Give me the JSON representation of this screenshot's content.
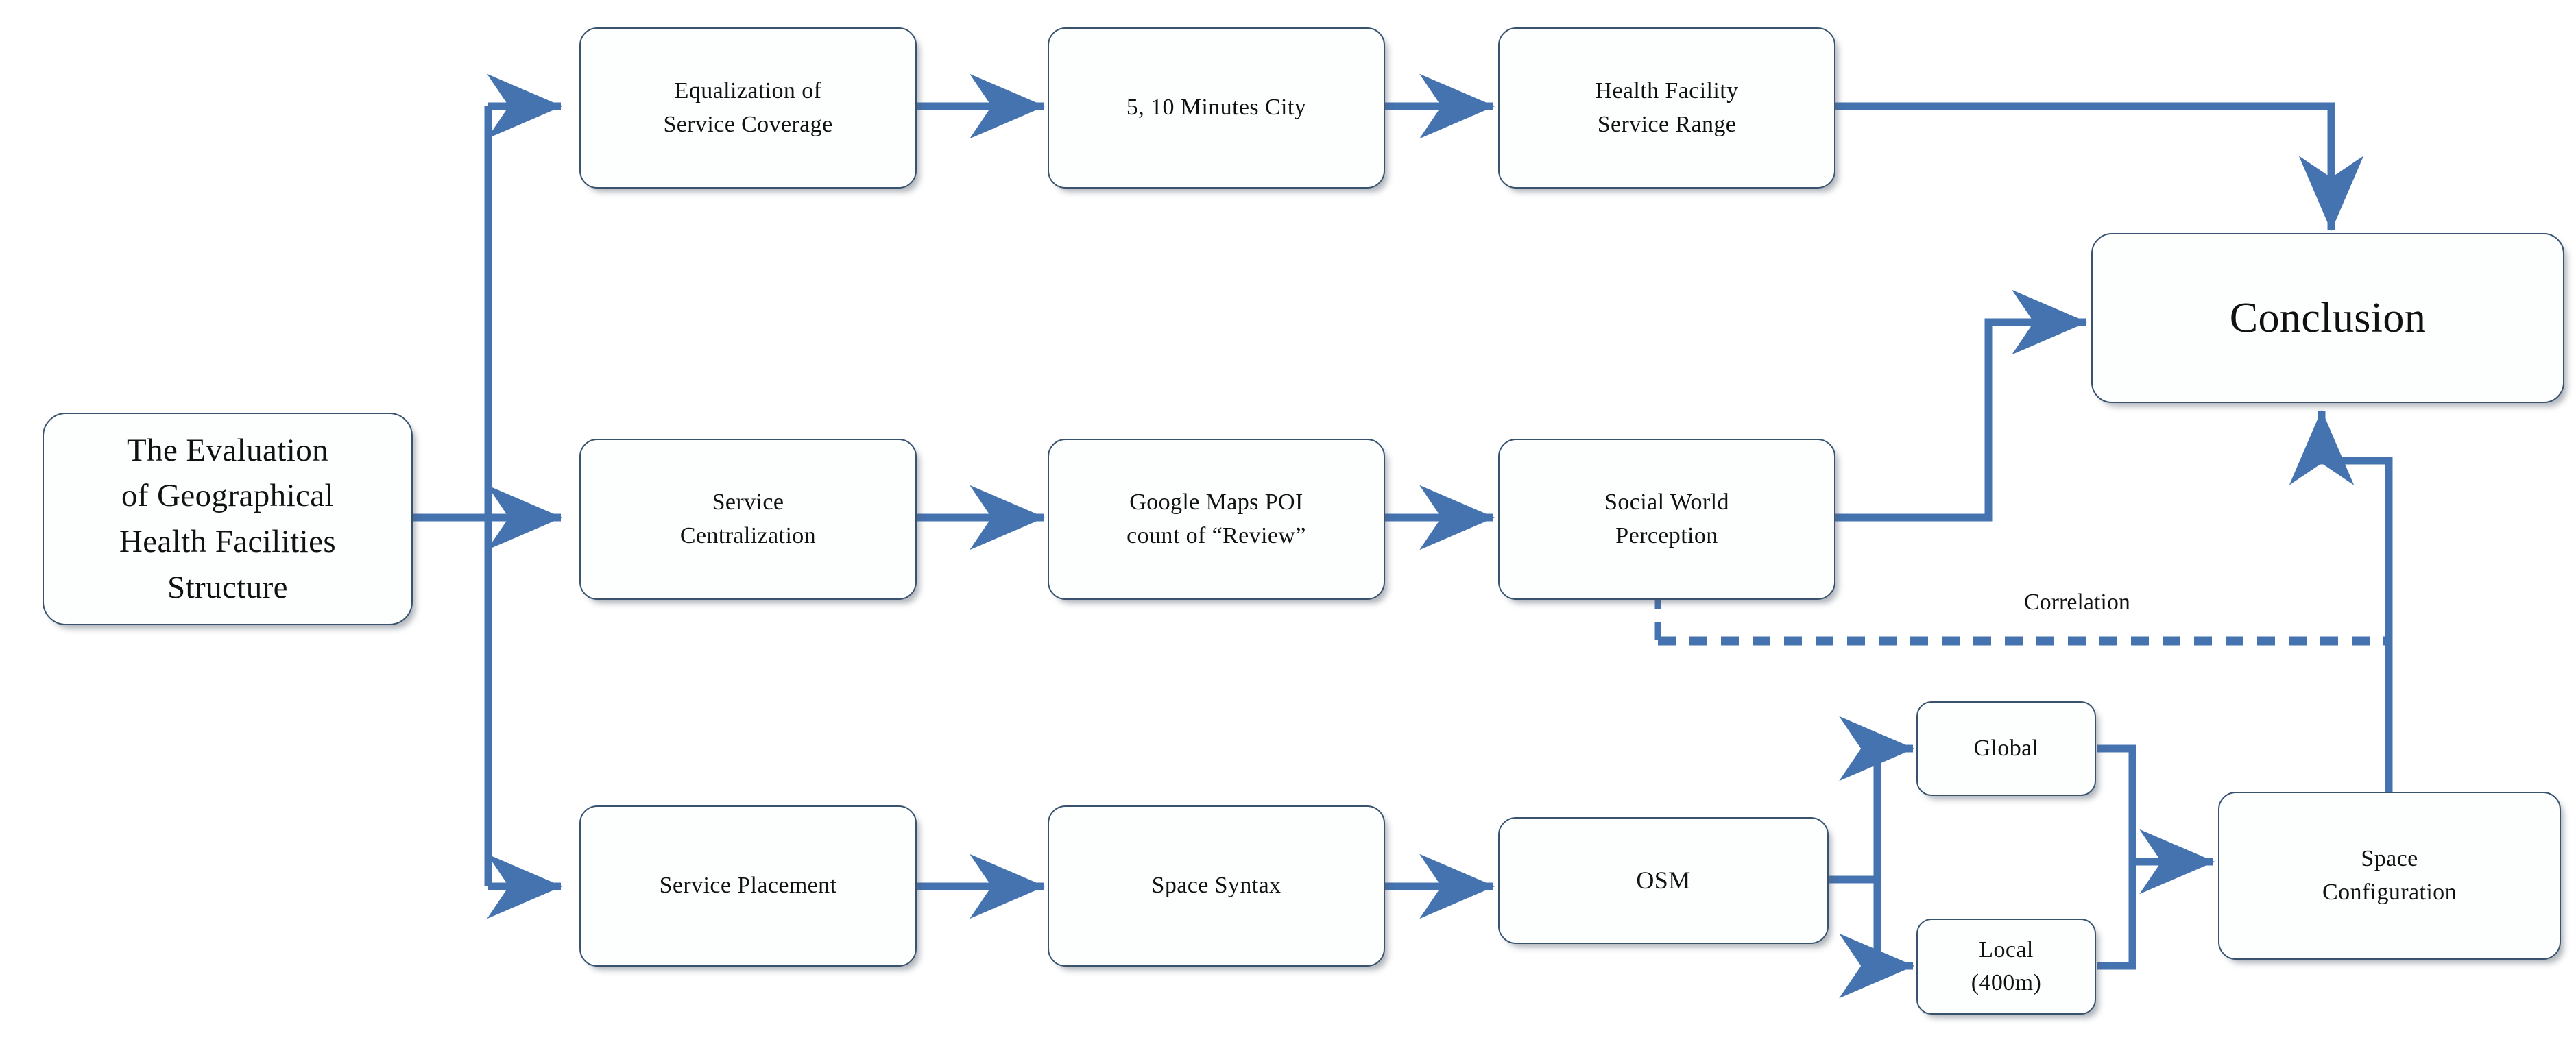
{
  "diagram": {
    "title": "The Evaluation of Geographical Health Facilities Structure research framework flowchart",
    "accent_color": "#4573b0",
    "node_border_color": "#39536f",
    "node_fill_color": "#fdfefe",
    "text_color": "#111111",
    "background_color": "#ffffff"
  },
  "nodes": {
    "root": {
      "label": "The Evaluation\nof Geographical\nHealth Facilities\nStructure"
    },
    "equalization": {
      "label": "Equalization  of\nService  Coverage"
    },
    "minutes_city": {
      "label": "5, 10 Minutes  City"
    },
    "service_range": {
      "label": "Health  Facility\nService  Range"
    },
    "centralization": {
      "label": "Service\nCentralization"
    },
    "google_poi": {
      "label": "Google  Maps POI\ncount  of “Review”"
    },
    "social_world": {
      "label": "Social  World\nPerception"
    },
    "placement": {
      "label": "Service  Placement"
    },
    "space_syntax": {
      "label": "Space Syntax"
    },
    "osm": {
      "label": "OSM"
    },
    "global": {
      "label": "Global"
    },
    "local": {
      "label": "Local\n(400m)"
    },
    "space_config": {
      "label": "Space\nConfiguration"
    },
    "conclusion": {
      "label": "Conclusion"
    }
  },
  "edge_labels": {
    "correlation": "Correlation"
  },
  "chart_data": {
    "type": "diagram",
    "layout": "left-to-right flowchart with three parallel branches converging on Conclusion",
    "branches": [
      {
        "name": "Equalization of Service Coverage branch",
        "sequence": [
          "Equalization  of Service  Coverage",
          "5, 10 Minutes  City",
          "Health  Facility Service  Range"
        ],
        "terminates_at": "Conclusion"
      },
      {
        "name": "Service Centralization branch",
        "sequence": [
          "Service Centralization",
          "Google  Maps POI count  of “Review”",
          "Social  World Perception"
        ],
        "terminates_at": "Conclusion"
      },
      {
        "name": "Service Placement branch",
        "sequence": [
          "Service  Placement",
          "Space Syntax",
          "OSM",
          [
            "Global",
            "Local (400m)"
          ],
          "Space Configuration"
        ],
        "terminates_at": "Conclusion"
      }
    ],
    "edges": [
      {
        "from": "The Evaluation of Geographical Health Facilities Structure",
        "to": "Equalization  of Service  Coverage",
        "style": "solid-arrow"
      },
      {
        "from": "The Evaluation of Geographical Health Facilities Structure",
        "to": "Service Centralization",
        "style": "solid-arrow"
      },
      {
        "from": "The Evaluation of Geographical Health Facilities Structure",
        "to": "Service  Placement",
        "style": "solid-arrow"
      },
      {
        "from": "Equalization  of Service  Coverage",
        "to": "5, 10 Minutes  City",
        "style": "solid-arrow"
      },
      {
        "from": "5, 10 Minutes  City",
        "to": "Health  Facility Service  Range",
        "style": "solid-arrow"
      },
      {
        "from": "Health  Facility Service  Range",
        "to": "Conclusion",
        "style": "solid-arrow"
      },
      {
        "from": "Service Centralization",
        "to": "Google  Maps POI count  of “Review”",
        "style": "solid-arrow"
      },
      {
        "from": "Google  Maps POI count  of “Review”",
        "to": "Social  World Perception",
        "style": "solid-arrow"
      },
      {
        "from": "Social  World Perception",
        "to": "Conclusion",
        "style": "solid-arrow"
      },
      {
        "from": "Service  Placement",
        "to": "Space Syntax",
        "style": "solid-arrow"
      },
      {
        "from": "Space Syntax",
        "to": "OSM",
        "style": "solid-arrow"
      },
      {
        "from": "OSM",
        "to": "Global",
        "style": "solid-arrow"
      },
      {
        "from": "OSM",
        "to": "Local (400m)",
        "style": "solid-arrow"
      },
      {
        "from": "Global",
        "to": "Space Configuration",
        "style": "solid-arrow"
      },
      {
        "from": "Local (400m)",
        "to": "Space Configuration",
        "style": "solid-arrow"
      },
      {
        "from": "Space Configuration",
        "to": "Conclusion",
        "style": "solid-arrow"
      },
      {
        "from": "Social  World Perception",
        "to": "Space Configuration",
        "style": "dashed-line",
        "label": "Correlation"
      }
    ]
  }
}
